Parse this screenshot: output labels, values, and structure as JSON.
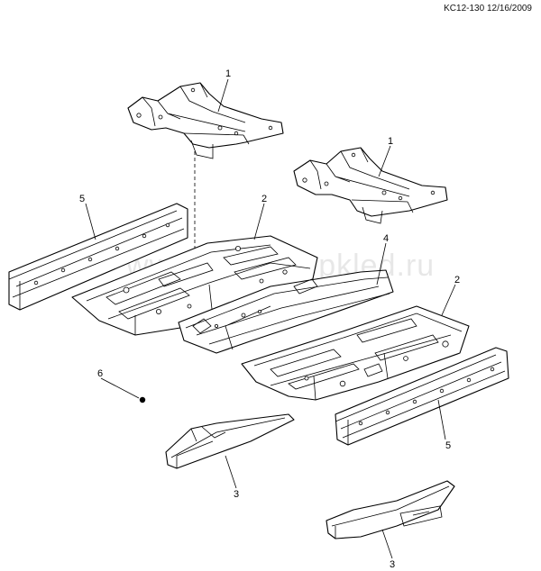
{
  "header": {
    "code": "KC12-130 12/16/2009"
  },
  "watermark": "www.autoshepkled.ru",
  "callouts": [
    {
      "id": "crossmember-upper-left",
      "label": "1"
    },
    {
      "id": "crossmember-upper-right",
      "label": "1"
    },
    {
      "id": "floor-panel-left",
      "label": "2"
    },
    {
      "id": "floor-panel-right",
      "label": "2"
    },
    {
      "id": "rail-lower-left",
      "label": "3"
    },
    {
      "id": "rail-lower-right",
      "label": "3"
    },
    {
      "id": "tunnel-panel",
      "label": "4"
    },
    {
      "id": "sill-left",
      "label": "5"
    },
    {
      "id": "sill-right",
      "label": "5"
    },
    {
      "id": "nut",
      "label": "6"
    }
  ]
}
